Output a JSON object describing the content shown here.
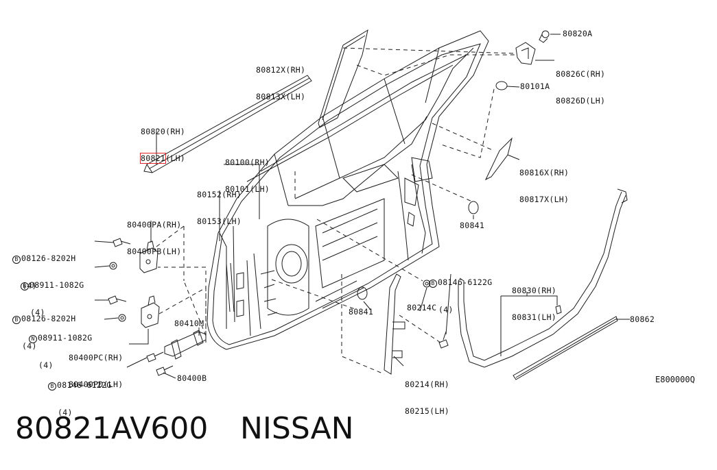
{
  "title": {
    "part_number": "80821AV600",
    "brand": "NISSAN"
  },
  "diagram_code": "E800000Q",
  "labels": {
    "l80820A": "80820A",
    "l80826": [
      "80826C(RH)",
      "80826D(LH)"
    ],
    "l80812": [
      "80812X(RH)",
      "80813X(LH)"
    ],
    "l80101A": "80101A",
    "l80820": [
      "80820(RH)",
      "(LH)"
    ],
    "l80821": "80821",
    "l80100": [
      "80100(RH)",
      "80101(LH)"
    ],
    "l80152": [
      "80152(RH)",
      "80153(LH)"
    ],
    "l80816": [
      "80816X(RH)",
      "80817X(LH)"
    ],
    "l80841a": "80841",
    "l80400pa": [
      "80400PA(RH)",
      "80400PB(LH)"
    ],
    "l08126a": [
      "08126-8202H",
      "(4)"
    ],
    "l08911a": [
      "08911-1082G",
      "(4)"
    ],
    "l08146a": [
      "08146-6122G",
      "(4)"
    ],
    "l80830": [
      "80830(RH)",
      "80831(LH)"
    ],
    "l08126b": [
      "08126-8202H",
      "(4)"
    ],
    "l80841b": "80841",
    "l80214c": "80214C",
    "l80862": "80862",
    "l08911b": [
      "08911-1082G",
      "(4)"
    ],
    "l80410m": "80410M",
    "l80400pc": [
      "80400PC(RH)",
      "80400PD(LH)"
    ],
    "l08146b": [
      "08146-6122G",
      "(4)"
    ],
    "l80400b": "80400B",
    "l80214": [
      "80214(RH)",
      "80215(LH)"
    ]
  },
  "symbols": {
    "b": "B",
    "n": "N"
  },
  "colors": {
    "line": "#1a1a1a",
    "highlight": "#e0202a"
  }
}
